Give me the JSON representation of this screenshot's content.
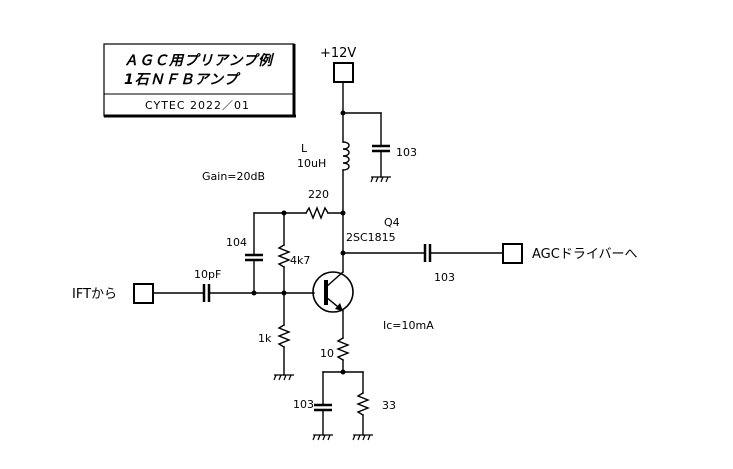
{
  "title_block": {
    "line1": "ＡＧＣ用プリアンプ例",
    "line2": "1石ＮＦＢアンプ",
    "credit": "CYTEC  2022／01"
  },
  "supply": {
    "label": "+12V"
  },
  "ports": {
    "input": "IFTから",
    "output": "AGCドライバーへ"
  },
  "notes": {
    "gain": "Gain=20dB",
    "ic": "Ic=10mA"
  },
  "components": {
    "inductor_name": "L",
    "inductor_value": "10uH",
    "decoupling_cap": "103",
    "feedback_resistor": "220",
    "feedback_cap": "104",
    "bias_upper": "4k7",
    "bias_lower": "1k",
    "input_cap": "10pF",
    "transistor_ref": "Q4",
    "transistor_part": "2SC1815",
    "output_cap": "103",
    "emitter_resistor": "10",
    "emitter_bypass_cap": "103",
    "emitter_resistor_2": "33"
  }
}
